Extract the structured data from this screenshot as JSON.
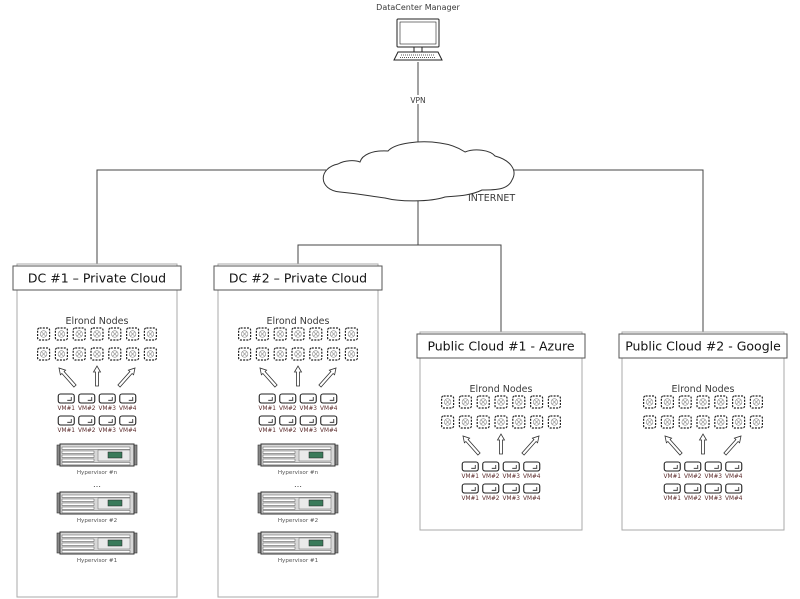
{
  "manager": {
    "label": "DataCenter Manager",
    "link_label": "VPN",
    "icon": "computer-icon"
  },
  "internet": {
    "label": "INTERNET",
    "icon": "cloud-icon"
  },
  "clusters": [
    {
      "id": "dc1",
      "title": "DC #1 – Private Cloud",
      "nodes_label": "Elrond Nodes",
      "node_count": 14,
      "vm_rows": [
        [
          "VM#1",
          "VM#2",
          "VM#3",
          "VM#4"
        ],
        [
          "VM#1",
          "VM#2",
          "VM#3",
          "VM#4"
        ]
      ],
      "hypervisors": [
        "Hypervisor #n",
        "…",
        "Hypervisor #2",
        "Hypervisor #1"
      ]
    },
    {
      "id": "dc2",
      "title": "DC #2 – Private Cloud",
      "nodes_label": "Elrond Nodes",
      "node_count": 14,
      "vm_rows": [
        [
          "VM#1",
          "VM#2",
          "VM#3",
          "VM#4"
        ],
        [
          "VM#1",
          "VM#2",
          "VM#3",
          "VM#4"
        ]
      ],
      "hypervisors": [
        "Hypervisor #n",
        "…",
        "Hypervisor #2",
        "Hypervisor #1"
      ]
    },
    {
      "id": "azure",
      "title": "Public Cloud #1 - Azure",
      "nodes_label": "Elrond Nodes",
      "node_count": 14,
      "vm_rows": [
        [
          "VM#1",
          "VM#2",
          "VM#3",
          "VM#4"
        ],
        [
          "VM#1",
          "VM#2",
          "VM#3",
          "VM#4"
        ]
      ],
      "hypervisors": []
    },
    {
      "id": "google",
      "title": "Public Cloud #2 - Google",
      "nodes_label": "Elrond Nodes",
      "node_count": 14,
      "vm_rows": [
        [
          "VM#1",
          "VM#2",
          "VM#3",
          "VM#4"
        ],
        [
          "VM#1",
          "VM#2",
          "VM#3",
          "VM#4"
        ]
      ],
      "hypervisors": []
    }
  ],
  "colors": {
    "line": "#444444",
    "box_border": "#aaaaaa",
    "header_border": "#555555",
    "server_body": "#d8d8d8",
    "server_panel": "#3a7a5a"
  }
}
